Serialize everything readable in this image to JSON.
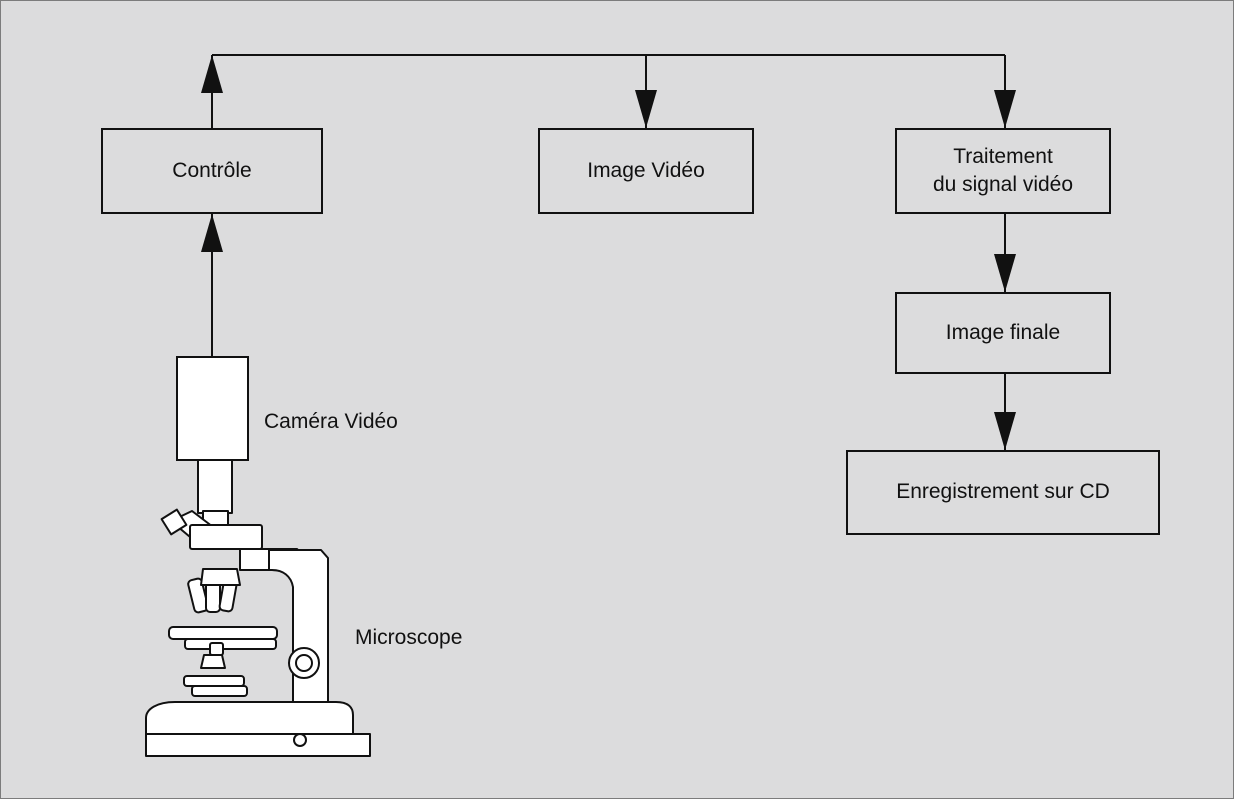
{
  "diagram": {
    "boxes": {
      "control": "Contrôle",
      "video_image": "Image Vidéo",
      "signal_processing": "Traitement\ndu signal vidéo",
      "final_image": "Image finale",
      "cd_recording": "Enregistrement sur CD"
    },
    "labels": {
      "video_camera": "Caméra Vidéo",
      "microscope": "Microscope"
    }
  }
}
